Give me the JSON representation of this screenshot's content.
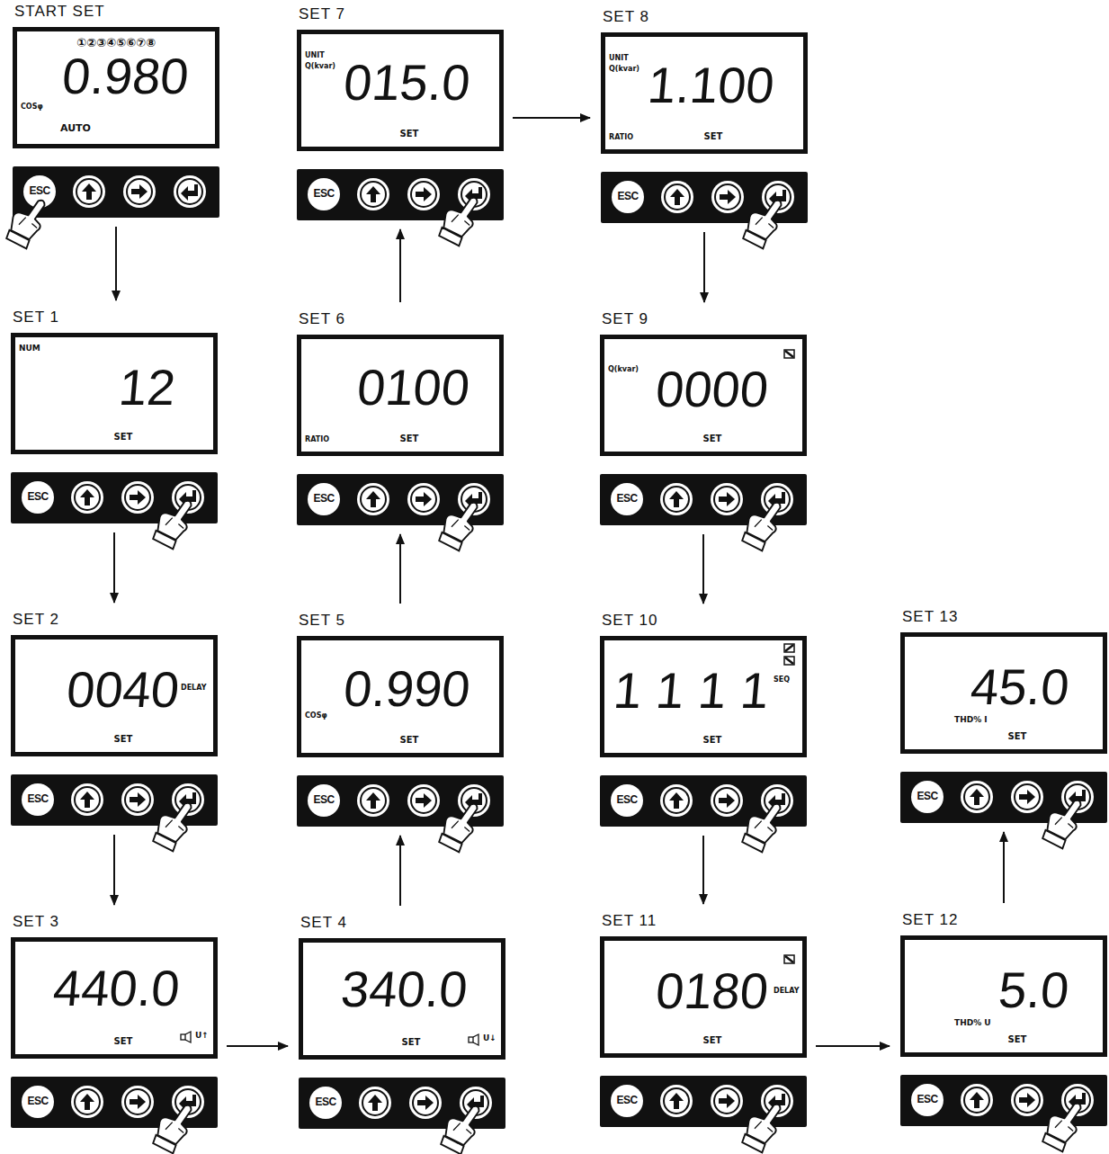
{
  "diagram": {
    "nodes": [
      {
        "text": [
          "START SET",
          "①②③④⑤⑥⑦⑧",
          "0.980",
          "COSφ",
          "AUTO"
        ]
      },
      {
        "text": [
          "ESC"
        ]
      },
      {
        "text": [
          "SET 1",
          "NUM",
          "12",
          "SET"
        ]
      },
      {
        "text": [
          "ESC"
        ]
      },
      {
        "text": [
          "SET 2",
          "0040",
          "DELAY",
          "SET"
        ]
      },
      {
        "text": [
          "ESC"
        ]
      },
      {
        "text": [
          "SET 3",
          "440.0",
          "SET",
          "U↑"
        ]
      },
      {
        "text": [
          "ESC"
        ]
      },
      {
        "text": [
          "SET 4",
          "340.0",
          "SET",
          "U↓"
        ]
      },
      {
        "text": [
          "ESC"
        ]
      },
      {
        "text": [
          "SET 5",
          "COSφ",
          "0.990",
          "SET"
        ]
      },
      {
        "text": [
          "ESC"
        ]
      },
      {
        "text": [
          "SET 6",
          "0100",
          "RATIO",
          "SET"
        ]
      },
      {
        "text": [
          "ESC"
        ]
      },
      {
        "text": [
          "SET 7",
          "UNIT",
          "Q(kvar)",
          "015.0",
          "SET"
        ]
      },
      {
        "text": [
          "ESC"
        ]
      },
      {
        "text": [
          "SET 8",
          "UNIT",
          "Q(kvar)",
          "1.100",
          "RATIO",
          "SET"
        ]
      },
      {
        "text": [
          "ESC"
        ]
      },
      {
        "text": [
          "SET 9",
          "Q(kvar)",
          "0000",
          "SET"
        ]
      },
      {
        "text": [
          "ESC"
        ]
      },
      {
        "text": [
          "SET 10",
          "1111",
          "SEQ",
          "SET"
        ]
      },
      {
        "text": [
          "ESC"
        ]
      },
      {
        "text": [
          "SET 11",
          "0180",
          "DELAY",
          "SET"
        ]
      },
      {
        "text": [
          "ESC"
        ]
      },
      {
        "text": [
          "SET 12",
          "5.0",
          "THD% U",
          "SET"
        ]
      },
      {
        "text": [
          "ESC"
        ]
      },
      {
        "text": [
          "SET 13",
          "45.0",
          "THD% I",
          "SET"
        ]
      },
      {
        "text": [
          "ESC"
        ]
      }
    ],
    "edges": [
      {
        "from": 1,
        "to": 2,
        "arrow": "to"
      },
      {
        "from": 3,
        "to": 4,
        "arrow": "to"
      },
      {
        "from": 5,
        "to": 6,
        "arrow": "to"
      },
      {
        "from": 6,
        "to": 8,
        "arrow": "to"
      },
      {
        "from": 8,
        "to": 11,
        "arrow": "to"
      },
      {
        "from": 10,
        "to": 13,
        "arrow": "to"
      },
      {
        "from": 12,
        "to": 15,
        "arrow": "to"
      },
      {
        "from": 14,
        "to": 16,
        "arrow": "to"
      },
      {
        "from": 17,
        "to": 18,
        "arrow": "to"
      },
      {
        "from": 19,
        "to": 20,
        "arrow": "to"
      },
      {
        "from": 21,
        "to": 22,
        "arrow": "to"
      },
      {
        "from": 22,
        "to": 24,
        "arrow": "to"
      },
      {
        "from": 24,
        "to": 27,
        "arrow": "to"
      }
    ]
  }
}
